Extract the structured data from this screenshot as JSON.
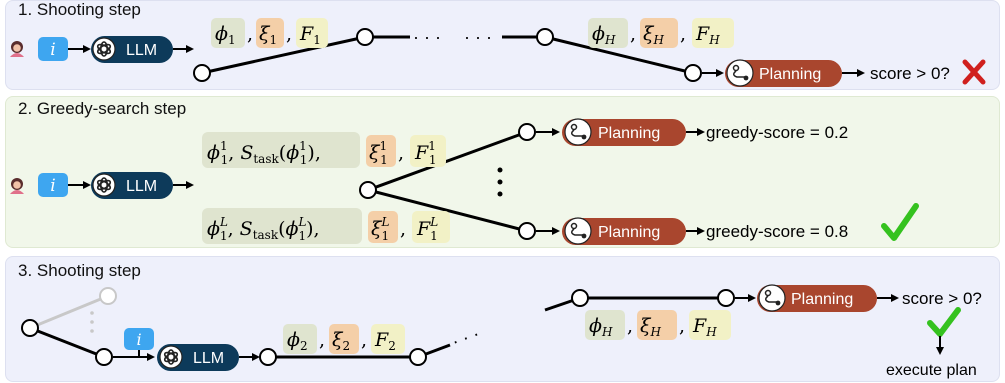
{
  "panels": {
    "p1": {
      "title": "1. Shooting step"
    },
    "p2": {
      "title": "2. Greedy-search step"
    },
    "p3": {
      "title": "3. Shooting step"
    }
  },
  "labels": {
    "llm": "LLM",
    "info": "i",
    "planning": "Planning",
    "score_check": "score > 0?",
    "greedy_score_1": "greedy-score = 0.2",
    "greedy_score_2": "greedy-score = 0.8",
    "execute": "execute plan",
    "ellipsis": "· · ·"
  },
  "math": {
    "p1_first": {
      "phi": "ϕ",
      "phi_sub": "1",
      "xi": "ξ",
      "xi_sub": "1",
      "F": "F",
      "F_sub": "1"
    },
    "p1_last": {
      "phi": "ϕ",
      "phi_sub": "H",
      "xi": "ξ",
      "xi_sub": "H",
      "F": "F",
      "F_sub": "H"
    },
    "p2_top": {
      "phi": "ϕ",
      "phi_sup": "1",
      "phi_sub": "1",
      "S": "S",
      "S_sub": "task",
      "xi": "ξ",
      "xi_sup": "1",
      "xi_sub": "1",
      "F": "F",
      "F_sup": "1",
      "F_sub": "1"
    },
    "p2_bot": {
      "phi": "ϕ",
      "phi_sup": "L",
      "phi_sub": "1",
      "S": "S",
      "S_sub": "task",
      "xi": "ξ",
      "xi_sup": "L",
      "xi_sub": "1",
      "F": "F",
      "F_sup": "L",
      "F_sub": "1"
    },
    "p3_first": {
      "phi": "ϕ",
      "phi_sub": "2",
      "xi": "ξ",
      "xi_sub": "2",
      "F": "F",
      "F_sub": "2"
    },
    "p3_last": {
      "phi": "ϕ",
      "phi_sub": "H",
      "xi": "ξ",
      "xi_sub": "H",
      "F": "F",
      "F_sub": "H"
    }
  },
  "colors": {
    "llm_bg": "#0d3a5a",
    "planning_bg": "#a9462e",
    "info_bg": "#3ea6f0",
    "phi_bg": "#dfe4cf",
    "xi_bg": "#f4cfa8",
    "F_bg": "#f2f1c6",
    "cross": "#d0201e",
    "check": "#35c21f"
  }
}
